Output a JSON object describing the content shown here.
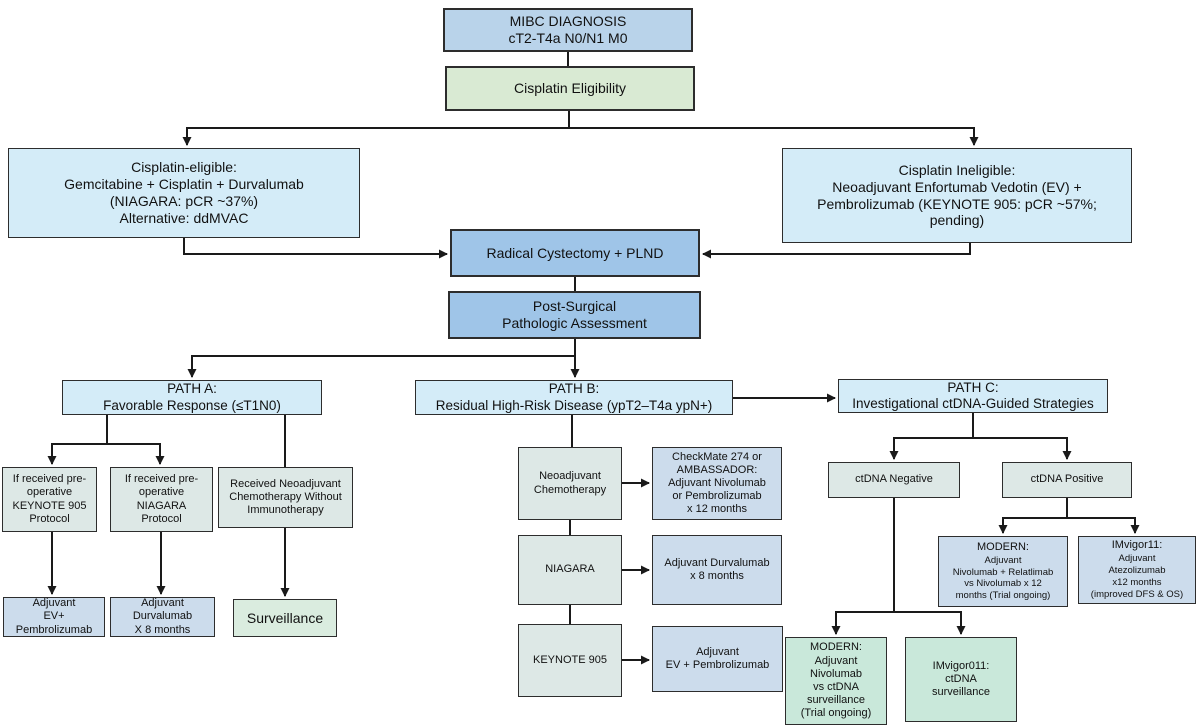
{
  "colors": {
    "node_header_blue": "#b9d3ea",
    "node_action_blue": "#9fc5e8",
    "node_cyan": "#d4ecf8",
    "node_green": "#d9ead3",
    "node_surveillance_green": "#daecdf",
    "node_gray_green": "#dde8e6",
    "node_blue_gray": "#ccdcec",
    "node_mint": "#c9e8da",
    "line": "#1a1a1a",
    "border": "#2d2d2d"
  },
  "nodes": {
    "mibc": "MIBC DIAGNOSIS\ncT2-T4a N0/N1 M0",
    "eligibility": "Cisplatin Eligibility",
    "eligible": "Cisplatin-eligible:\nGemcitabine + Cisplatin + Durvalumab\n(NIAGARA: pCR ~37%)\nAlternative: ddMVAC",
    "ineligible": "Cisplatin Ineligible:\nNeoadjuvant Enfortumab Vedotin (EV) +\nPembrolizumab (KEYNOTE 905: pCR ~57%;\npending)",
    "cystectomy": "Radical Cystectomy + PLND",
    "pathology": "Post-Surgical\nPathologic Assessment",
    "path_a": "PATH A:\nFavorable Response (≤T1N0)",
    "path_b": "PATH B:\nResidual High-Risk Disease (ypT2–T4a ypN+)",
    "path_c": "PATH C:\nInvestigational ctDNA-Guided Strategies",
    "a1": "If received pre-\noperative\nKEYNOTE 905\nProtocol",
    "a2": "If received pre-\noperative\nNIAGARA\nProtocol",
    "a3": "Received Neoadjuvant\nChemotherapy Without\nImmunotherapy",
    "a1r": "Adjuvant\nEV+\nPembrolizumab",
    "a2r": "Adjuvant\nDurvalumab\nX 8 months",
    "surveillance": "Surveillance",
    "b1": "Neoadjuvant\nChemotherapy",
    "b1r": "CheckMate 274 or\nAMBASSADOR:\nAdjuvant Nivolumab\nor Pembrolizumab\nx 12 months",
    "b2": "NIAGARA",
    "b2r": "Adjuvant Durvalumab\nx 8 months",
    "b3": "KEYNOTE 905",
    "b3r": "Adjuvant\nEV + Pembrolizumab",
    "c1": "ctDNA Negative",
    "c2": "ctDNA Positive",
    "c2a_title": "MODERN:",
    "c2a_body": "Adjuvant\nNivolumab + Relatlimab\nvs Nivolumab x 12\nmonths (Trial ongoing)",
    "c2b_title": "IMvigor11:",
    "c2b_body": "Adjuvant\nAtezolizumab\nx12 months\n(improved DFS & OS)",
    "c1a": "MODERN:\nAdjuvant\nNivolumab\nvs ctDNA\nsurveillance\n(Trial ongoing)",
    "c1b": "IMvigor011:\nctDNA\nsurveillance"
  }
}
